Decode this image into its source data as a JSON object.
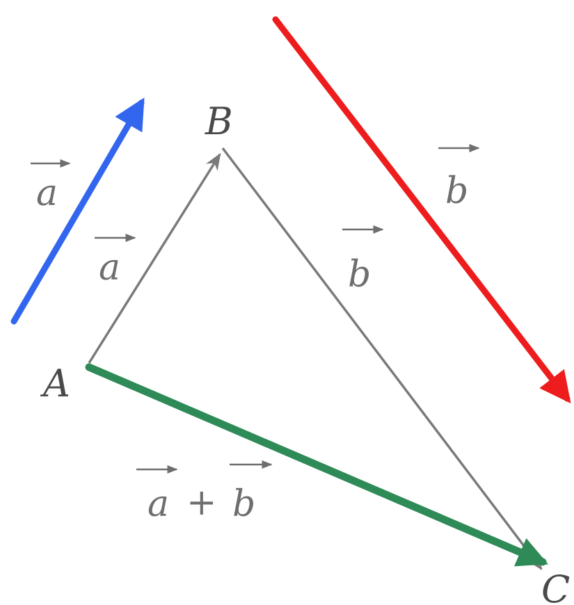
{
  "points": {
    "A": "A",
    "B": "B",
    "C": "C"
  },
  "labels": {
    "free_a": "a",
    "free_b": "b",
    "edge_ab": "a",
    "edge_bc": "b",
    "sum_a": "a",
    "sum_plus": "+",
    "sum_b": "b"
  },
  "colors": {
    "free_vector_a": "#3366ee",
    "free_vector_b": "#ee1c1c",
    "resultant": "#2e8b57",
    "triangle": "#7a7a7a",
    "text": "#6e6e6e"
  }
}
